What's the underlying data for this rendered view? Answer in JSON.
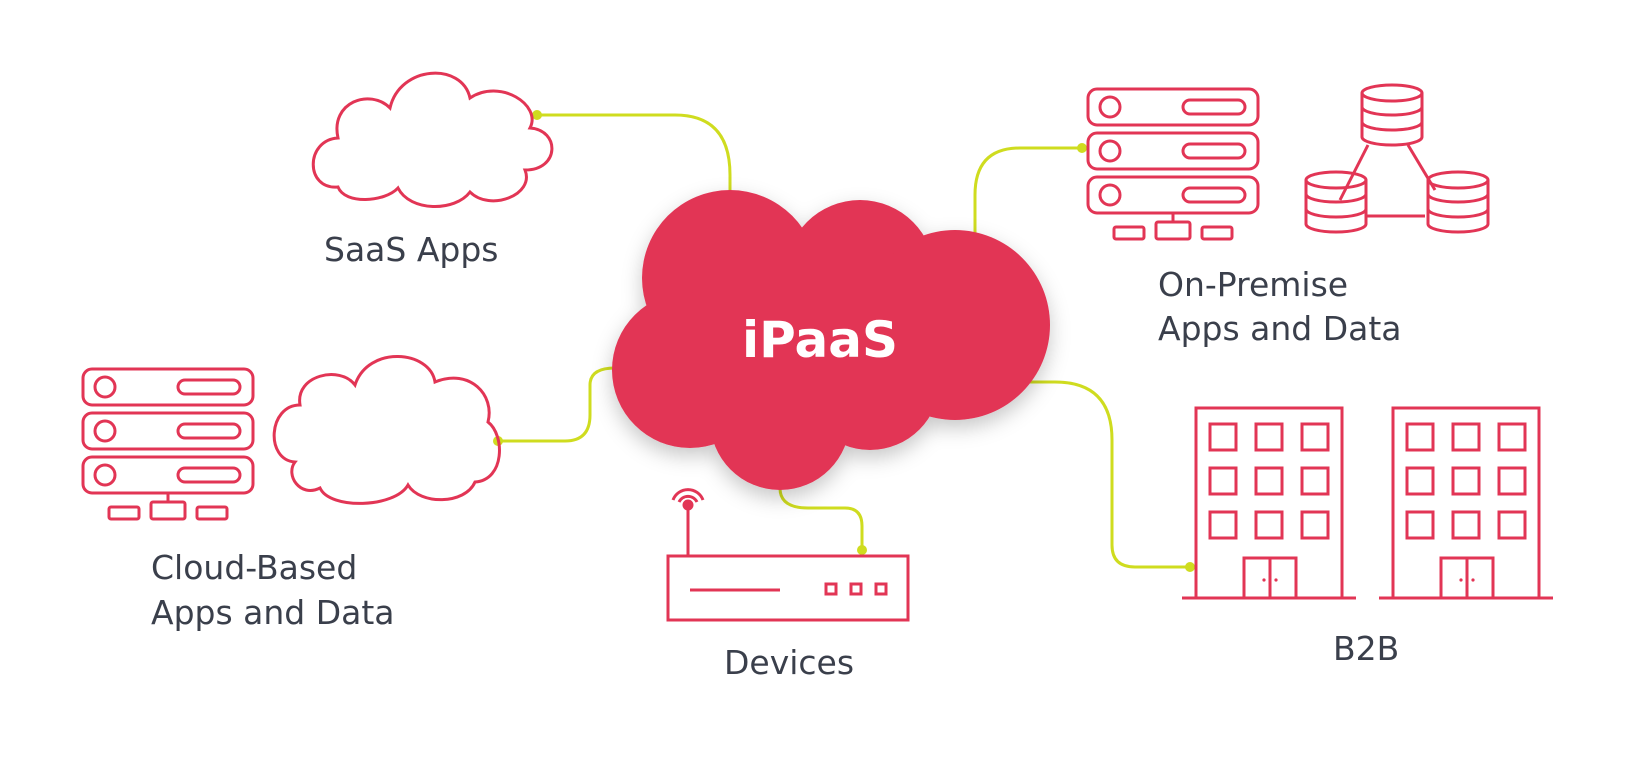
{
  "diagram": {
    "center_label": "iPaaS",
    "nodes": {
      "saas": {
        "label": "SaaS Apps"
      },
      "on_premise": {
        "line1": "On-Premise",
        "line2": "Apps and Data"
      },
      "cloud_based": {
        "line1": "Cloud-Based",
        "line2": "Apps and Data"
      },
      "devices": {
        "label": "Devices"
      },
      "b2b": {
        "label": "B2B"
      }
    },
    "colors": {
      "brand_red": "#e23555",
      "connector_yellow": "#cfdc1f",
      "text_dark": "#3a3f4b"
    }
  }
}
